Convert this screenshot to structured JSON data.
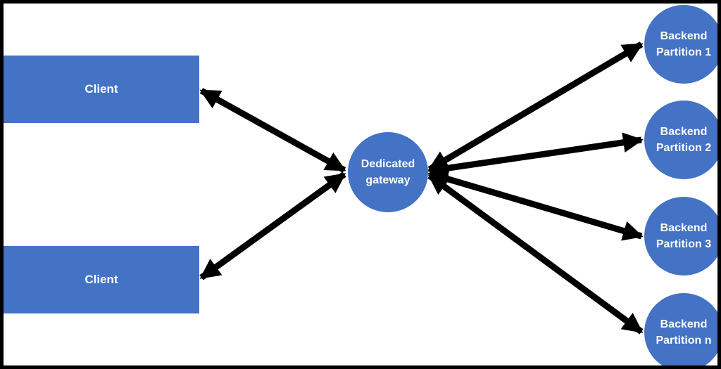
{
  "clients": [
    {
      "label": "Client"
    },
    {
      "label": "Client"
    }
  ],
  "gateway": {
    "line1": "Dedicated",
    "line2": "gateway"
  },
  "backends": [
    {
      "line1": "Backend",
      "line2": "Partition 1"
    },
    {
      "line1": "Backend",
      "line2": "Partition 2"
    },
    {
      "line1": "Backend",
      "line2": "Partition 3"
    },
    {
      "line1": "Backend",
      "line2": "Partition n"
    }
  ],
  "colors": {
    "node_fill": "#4472c4",
    "node_text": "#ffffff",
    "arrow": "#000000",
    "border": "#000000",
    "background": "#ffffff"
  }
}
